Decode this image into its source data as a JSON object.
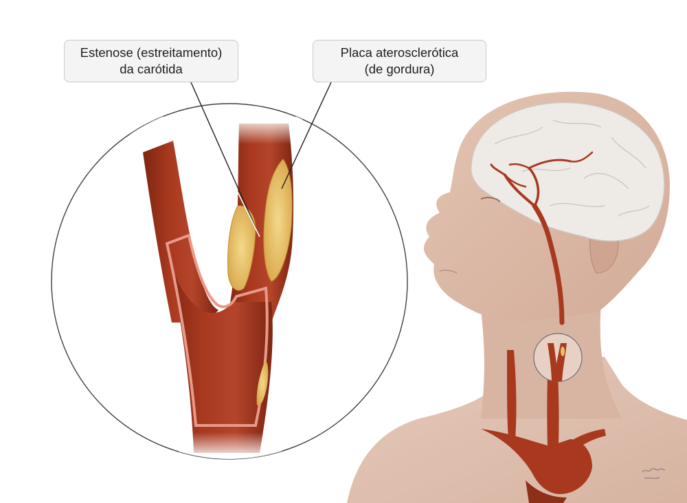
{
  "labels": {
    "stenosis": {
      "line1": "Estenose (estreitamento)",
      "line2": "da carótida"
    },
    "plaque": {
      "line1": "Placa aterosclerótica",
      "line2": "(de gordura)"
    }
  },
  "colors": {
    "artery": "#a8391f",
    "artery_dark": "#7e2512",
    "plaque": "#e8c263",
    "skin": "#dcb9a6",
    "brain": "#eeeae6",
    "vessel_wall": "#e89a8a"
  }
}
